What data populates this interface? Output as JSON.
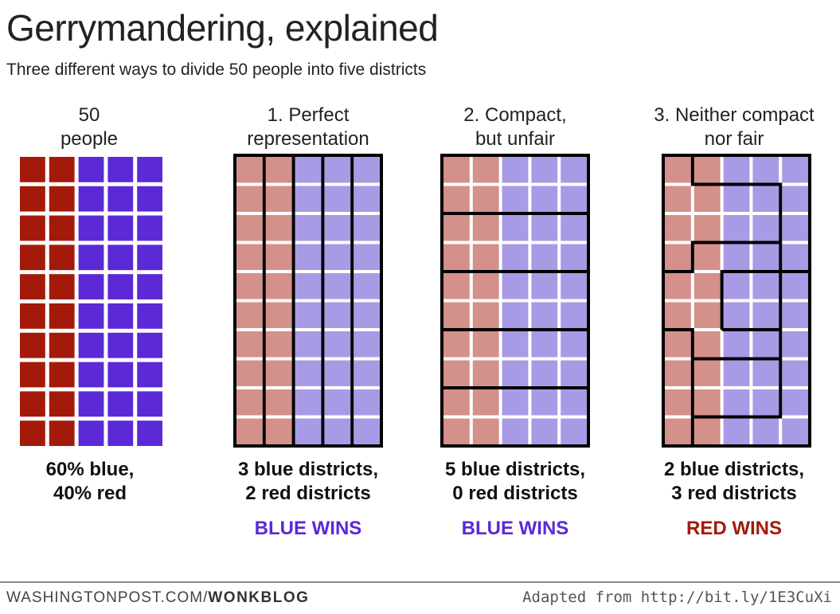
{
  "header": {
    "title": "Gerrymandering, explained",
    "subtitle": "Three different ways to divide 50 people into five districts"
  },
  "colors": {
    "red": "#a31a0b",
    "blue": "#5b29d6",
    "red_light": "#d4908a",
    "blue_light": "#a99ae6",
    "border": "#000000"
  },
  "panels": [
    {
      "head_line1": "50",
      "head_line2": "people",
      "result_line1": "60% blue,",
      "result_line2": "40% red",
      "winner": "",
      "winner_color": ""
    },
    {
      "head_line1": "1. Perfect",
      "head_line2": "representation",
      "result_line1": "3 blue districts,",
      "result_line2": "2 red districts",
      "winner": "BLUE WINS",
      "winner_color": "#5b29d6"
    },
    {
      "head_line1": "2. Compact,",
      "head_line2": "but unfair",
      "result_line1": "5 blue districts,",
      "result_line2": "0 red districts",
      "winner": "BLUE WINS",
      "winner_color": "#5b29d6"
    },
    {
      "head_line1": "3. Neither compact",
      "head_line2": "nor fair",
      "result_line1": "2 blue districts,",
      "result_line2": "3 red districts",
      "winner": "RED WINS",
      "winner_color": "#a31a0b"
    }
  ],
  "grid": {
    "cols": 5,
    "rows": 10,
    "red_cols": 2
  },
  "footer": {
    "source_prefix": "WASHINGTONPOST.COM/",
    "source_brand": "WONKBLOG",
    "credit": "Adapted from http://bit.ly/1E3CuXi"
  }
}
